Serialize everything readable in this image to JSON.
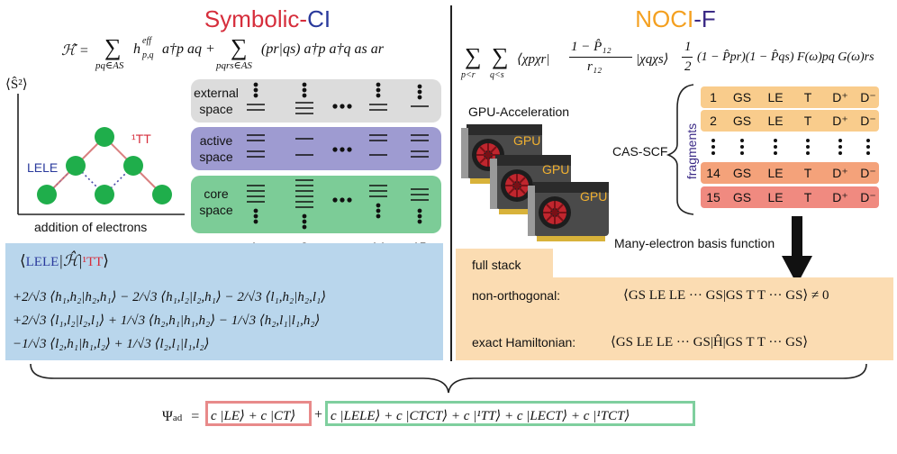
{
  "left": {
    "title_part1": "Symbolic-",
    "title_part2": "CI",
    "hamiltonian": "Ĥ = ∑ hᵉᶠᶠp,q a†p aq + ∑ (pr|qs) a†p a†q as ar",
    "ham_lhs": "ℋ̂ =",
    "ham_sum1_sub": "pq∈AS",
    "ham_term1": "h",
    "ham_term1_sup": "eff",
    "ham_term1_sub": "p,q",
    "ham_term1_ops": "a†p aq +",
    "ham_sum2_sub": "pqrs∈AS",
    "ham_term2": "(pr|qs) a†p a†q as ar",
    "y_axis_label": "⟨Ŝ²⟩",
    "x_axis_label": "addition of electrons",
    "lele_label": "LELE",
    "tt_label": "¹TT",
    "spaces": [
      "external\nspace",
      "active\nspace",
      "core\nspace"
    ],
    "external_label_line1": "external",
    "external_label_line2": "space",
    "active_label_line1": "active",
    "active_label_line2": "space",
    "core_label_line1": "core",
    "core_label_line2": "space",
    "fragment_numbers": [
      "1",
      "2",
      "•••",
      "14",
      "15"
    ],
    "fragments_label": "fragments",
    "bra_ket": "⟨LELE|Ĥ|¹TT⟩",
    "bra_lele": "LELE",
    "bra_tt": "¹TT",
    "expansion_line1": "+2/√3 ⟨h₁,h₂|h₂,h₁⟩ − 2/√3 ⟨h₁,l₂|l₂,h₁⟩ − 2/√3 ⟨l₁,h₂|h₂,l₁⟩",
    "expansion_line2": "+2/√3 ⟨l₁,l₂|l₂,l₁⟩ + 1/√3 ⟨h₂,h₁|h₁,h₂⟩ − 1/√3 ⟨h₂,l₁|l₁,h₂⟩",
    "expansion_line3": "−1/√3 ⟨l₂,h₁|h₁,l₂⟩ + 1/√3 ⟨l₂,l₁|l₁,l₂⟩"
  },
  "right": {
    "title_part1": "NOCI",
    "title_part2": "-F",
    "equation": "∑∑ ⟨χpχr| (1 − P̂₁₂)/r₁₂ |χqχs⟩ ½ (1 − P̂pr)(1 − P̂qs) F(ω)pq G(ω)rs",
    "eq_sum_sub1": "p<r",
    "eq_sum_sub2": "q<s",
    "eq_bra": "⟨χpχr|",
    "eq_frac_num": "1 − P̂₁₂",
    "eq_frac_den": "r₁₂",
    "eq_ket": "|χqχs⟩",
    "eq_half_num": "1",
    "eq_half_den": "2",
    "eq_rest": "(1 − P̂pr)(1 − P̂qs) F(ω)pq G(ω)rs",
    "gpu_accel_label": "GPU-Acceleration",
    "gpu_text": "GPU",
    "cas_scf_label": "CAS-SCF",
    "fragments_vertical": "fragments",
    "fragment_rows": [
      {
        "n": "1",
        "cells": [
          "GS",
          "LE",
          "T",
          "D⁺",
          "D⁻"
        ],
        "color": "#f9cc8c"
      },
      {
        "n": "2",
        "cells": [
          "GS",
          "LE",
          "T",
          "D⁺",
          "D⁻"
        ],
        "color": "#f9cc8c"
      },
      {
        "n": "14",
        "cells": [
          "GS",
          "LE",
          "T",
          "D⁺",
          "D⁻"
        ],
        "color": "#f4a27a"
      },
      {
        "n": "15",
        "cells": [
          "GS",
          "LE",
          "T",
          "D⁺",
          "D⁻"
        ],
        "color": "#f08a80"
      }
    ],
    "many_electron_label": "Many-electron basis function",
    "full_stack_label": "full stack",
    "non_orthogonal_label": "non-orthogonal:",
    "non_orthogonal_expr": "⟨GS LE LE ··· GS|GS T T ··· GS⟩ ≠ 0",
    "exact_ham_label": "exact Hamiltonian:",
    "exact_ham_expr": "⟨GS LE LE ··· GS|Ĥ|GS T T ··· GS⟩"
  },
  "bottom": {
    "psi": "Ψ",
    "psi_sub": "ad",
    "psi_eq": "=",
    "group1": "c |LE⟩ + c |CT⟩",
    "plus": "+",
    "group2": "c |LELE⟩ + c |CTCT⟩ + c |¹TT⟩ + c |LECT⟩ + c |¹TCT⟩"
  },
  "colors": {
    "red": "#d62e3c",
    "blue": "#2a3a9c",
    "orange": "#f4a020",
    "purple": "#3b2a86",
    "green_node": "#1fae4b",
    "gray_box": "#dcdcdc",
    "purple_box": "#9e9bd1",
    "green_box": "#7ccc97",
    "light_blue_box": "#b9d6ec",
    "light_orange_box": "#fbdcb2",
    "group1_border": "#e88a8a",
    "group2_border": "#7fcf9e"
  }
}
